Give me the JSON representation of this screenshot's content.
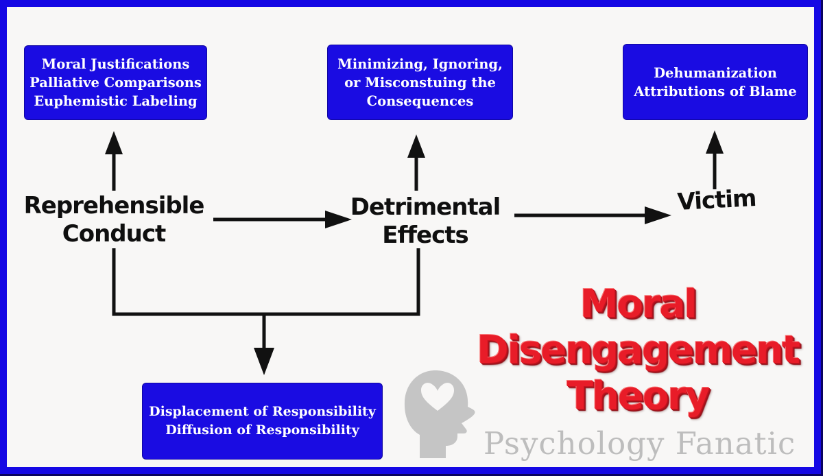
{
  "diagram": {
    "tactic_boxes": [
      {
        "lines": [
          "Moral Justifications",
          "Palliative Comparisons",
          "Euphemistic Labeling"
        ]
      },
      {
        "lines": [
          "Minimizing, Ignoring,",
          "or Misconstuing the",
          "Consequences"
        ]
      },
      {
        "lines": [
          "Dehumanization",
          "Attributions of Blame"
        ]
      },
      {
        "lines": [
          "Displacement of Responsibility",
          "Diffusion of Responsibility"
        ]
      }
    ],
    "nodes": [
      {
        "lines": [
          "Reprehensible",
          "Conduct"
        ]
      },
      {
        "lines": [
          "Detrimental",
          "Effects"
        ]
      },
      {
        "lines": [
          "Victim"
        ]
      }
    ]
  },
  "title": {
    "lines": [
      "Moral",
      "Disengagement",
      "Theory"
    ]
  },
  "branding": {
    "name": "Psychology Fanatic",
    "logo": "head-heart-icon"
  },
  "colors": {
    "box-blue": "#1a0ce2",
    "frame-blue": "#1508e4",
    "frame-edge": "#0a0460",
    "bg": "#f8f7f6",
    "text-white": "#ffffff",
    "node-black": "#0f0f0f",
    "line-black": "#111111",
    "title-red": "#e81c28",
    "title-red-dark": "#8e0e16",
    "brand-gray": "#bdbdbd",
    "logo-gray": "#c5c5c5"
  }
}
